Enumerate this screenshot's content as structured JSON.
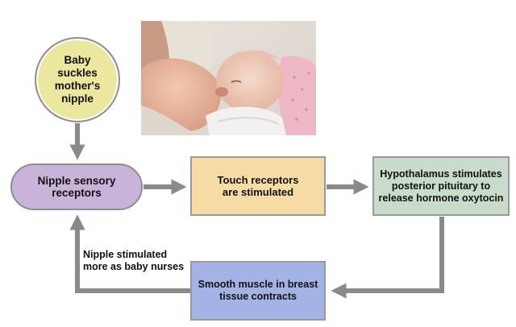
{
  "nodes": {
    "start": "Baby suckles mother's nipple",
    "receptors": "Nipple sensory receptors",
    "touch": "Touch receptors are stimulated",
    "hypothalamus": "Hypothalamus stimulates posterior pituitary to release hormone oxytocin",
    "smooth_muscle": "Smooth muscle in breast tissue contracts"
  },
  "feedback_label": "Nipple stimulated more as baby nurses",
  "colors": {
    "circle_fill": "#ebe79f",
    "pill_fill": "#c7b4d8",
    "touch_fill": "#f4dca4",
    "hypo_fill": "#c9dbca",
    "smooth_fill": "#a3b4e4",
    "arrow": "#8a8a8a"
  }
}
